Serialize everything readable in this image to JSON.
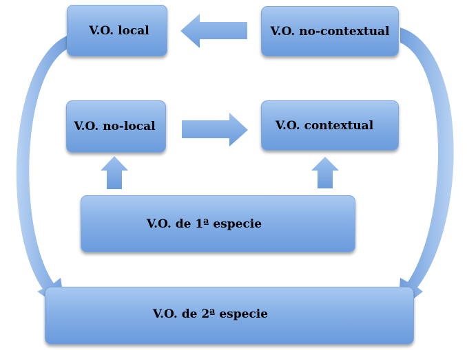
{
  "nodes": {
    "local": "V.O. local",
    "no_contextual": "V.O. no-contextual",
    "no_local": "V.O. no-local",
    "contextual": "V.O. contextual",
    "primera_especie": "V.O. de 1ª especie",
    "segunda_especie": "V.O. de 2ª especie"
  },
  "colors": {
    "node_fill_top": "#a9c9f0",
    "node_fill_bottom": "#6a9bdc",
    "arrow_fill": "#7aa7e2"
  }
}
